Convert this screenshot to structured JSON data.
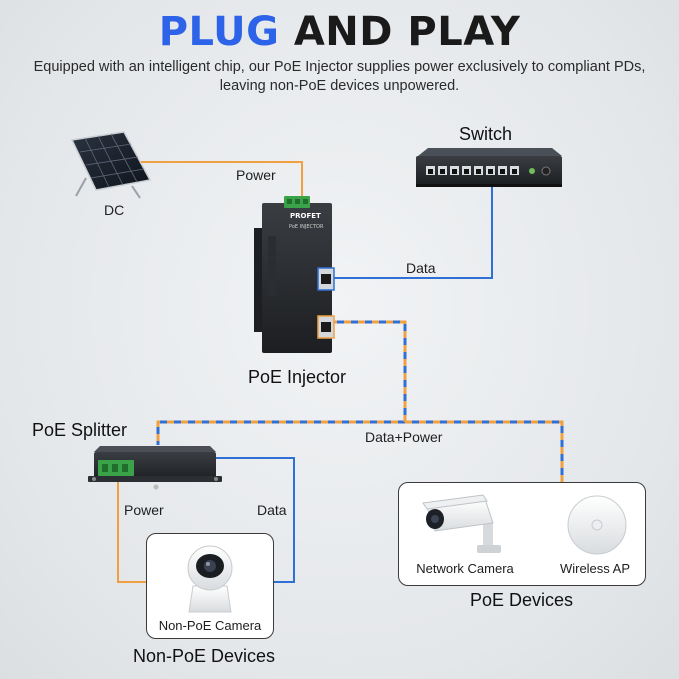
{
  "title": {
    "highlight": "PLUG",
    "rest": " AND PLAY"
  },
  "subtitle": "Equipped with an intelligent chip, our PoE Injector supplies power exclusively to compliant PDs, leaving non-PoE devices unpowered.",
  "labels": {
    "switch": "Switch",
    "dc": "DC",
    "power_top": "Power",
    "data_top": "Data",
    "poe_injector": "PoE Injector",
    "poe_splitter": "PoE Splitter",
    "data_power": "Data+Power",
    "power_left": "Power",
    "data_left": "Data",
    "non_poe_camera": "Non-PoE Camera",
    "non_poe_devices": "Non-PoE Devices",
    "network_camera": "Network Camera",
    "wireless_ap": "Wireless AP",
    "poe_devices": "PoE Devices"
  },
  "device_text": {
    "injector_brand": "PROFET",
    "injector_model": "PoE INJECTOR"
  },
  "colors": {
    "title_accent": "#2d63e8",
    "power_line": "#f0a040",
    "data_line": "#2f6fd6",
    "poe_line_blue": "#2f6fd6",
    "poe_line_orange": "#f0a040",
    "terminal_green": "#3aa34a"
  }
}
